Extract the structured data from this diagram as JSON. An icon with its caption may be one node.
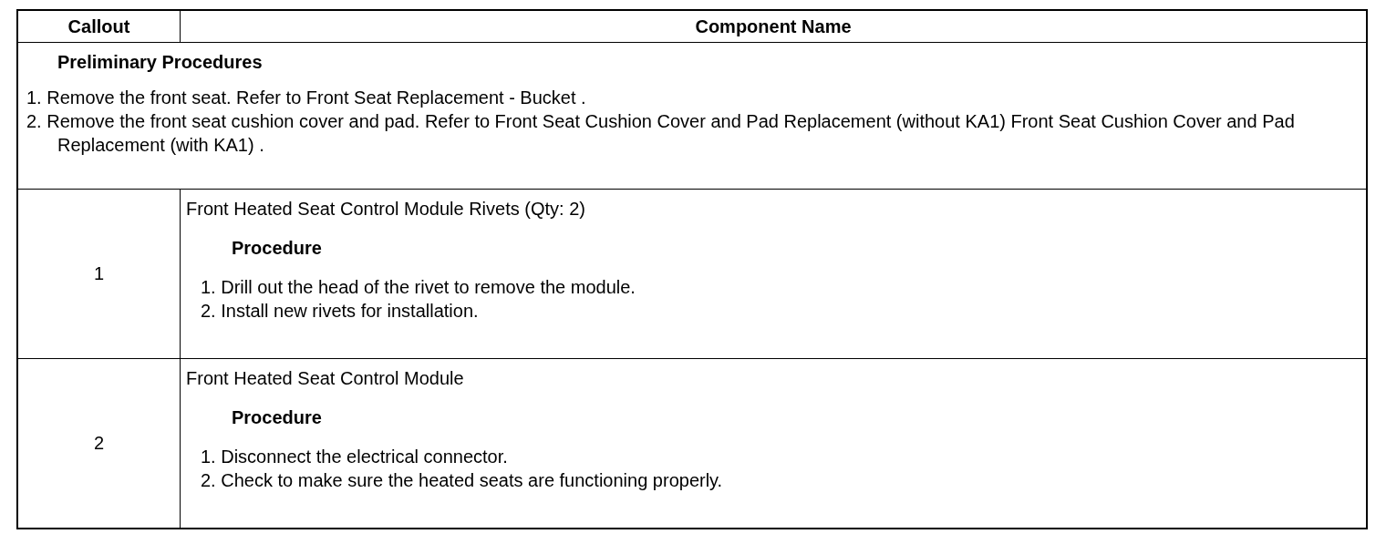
{
  "diagram": {
    "labels": [
      "Callout",
      "Component Name",
      "Preliminary Procedures",
      "1. Remove the front seat. Refer to Front Seat Replacement - Bucket .",
      "2. Remove the front seat cushion cover and pad. Refer to Front Seat Cushion Cover and Pad Replacement (without KA1) Front Seat Cushion Cover and Pad Replacement (with KA1) .",
      "1",
      "Front Heated Seat Control Module Rivets (Qty: 2)",
      "Procedure",
      "1. Drill out the head of the rivet to remove the module.",
      "2. Install new rivets for installation.",
      "2",
      "Front Heated Seat Control Module",
      "Procedure",
      "1. Disconnect the electrical connector.",
      "2. Check to make sure the heated seats are functioning properly."
    ]
  }
}
